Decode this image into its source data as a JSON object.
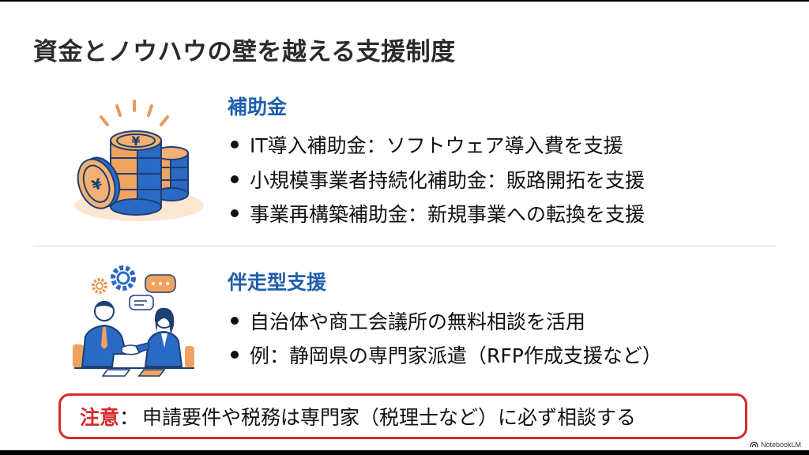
{
  "slide": {
    "title": "資金とノウハウの壁を越える支援制度",
    "sections": [
      {
        "heading": "補助金",
        "icon": "yen-coins-icon",
        "bullets": [
          "IT導入補助金：ソフトウェア導入費を支援",
          "小規模事業者持続化補助金：販路開拓を支援",
          "事業再構築補助金：新規事業への転換を支援"
        ]
      },
      {
        "heading": "伴走型支援",
        "icon": "handshake-consultation-icon",
        "bullets": [
          "自治体や商工会議所の無料相談を活用",
          "例：静岡県の専門家派遣（RFP作成支援など）"
        ]
      }
    ],
    "note": {
      "label": "注意",
      "colon": "：",
      "text": "申請要件や税務は専門家（税理士など）に必ず相談する"
    }
  },
  "watermark": {
    "icon": "notebooklm-logo-icon",
    "label": "NotebookLM"
  },
  "colors": {
    "heading_blue": "#1f5fae",
    "accent_orange": "#f0a35e",
    "note_red": "#d62b2b",
    "title_text": "#2b2b2b"
  }
}
